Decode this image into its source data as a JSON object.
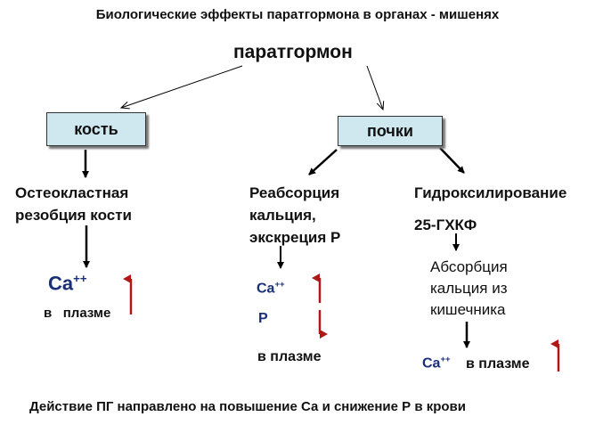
{
  "title": "Биологические эффекты паратгормона в органах - мишенях",
  "hormone": "паратгормон",
  "targets": {
    "bone": "кость",
    "kidney": "почки"
  },
  "effects": {
    "bone_resorption": "Остеокластная резобция кости",
    "kidney_reabsorption": "Реабсорция кальция, экскреция Р",
    "hydroxylation": "Гидроксилирование",
    "hydroxylation_target": "25-ГХКФ",
    "absorption": "Абсорбция кальция из кишечника"
  },
  "results": {
    "bone_ca": "Ca",
    "bone_plasma": "в   плазме",
    "kidney_ca": "Ca",
    "kidney_p": "P",
    "kidney_plasma": "в плазме",
    "gut_ca": "Ca",
    "gut_plasma": "в плазме",
    "ion_charge": "++"
  },
  "footer": "Действие ПГ направлено на повышение Са и снижение Р в крови",
  "colors": {
    "box_fill": "#cfe8ef",
    "up_arrow": "#b01818",
    "down_arrow": "#b01818",
    "ion_text": "#1a2f7a"
  }
}
